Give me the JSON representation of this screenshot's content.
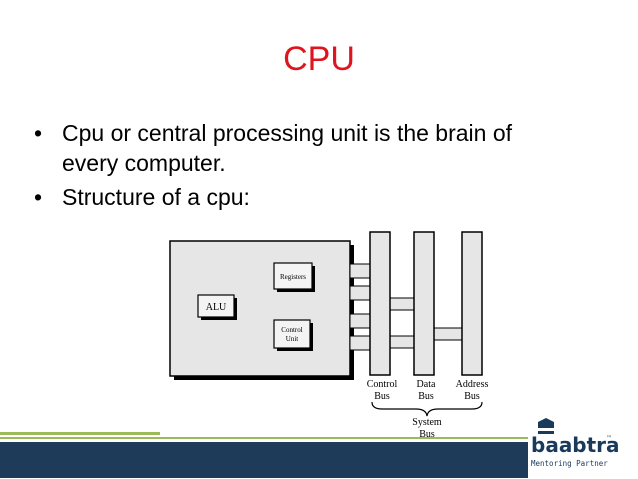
{
  "slide": {
    "title": "CPU",
    "bullets": [
      {
        "line1": "Cpu or central processing unit is the brain of",
        "line2": "every computer."
      },
      {
        "line1": "Structure of a cpu:",
        "line2": ""
      }
    ],
    "title_color": "#e0141e"
  },
  "diagram": {
    "alu": "ALU",
    "registers": "Registers",
    "control_unit_l1": "Control",
    "control_unit_l2": "Unit",
    "buses": [
      {
        "l1": "Control",
        "l2": "Bus"
      },
      {
        "l1": "Data",
        "l2": "Bus"
      },
      {
        "l1": "Address",
        "l2": "Bus"
      }
    ],
    "system_bus_l1": "System",
    "system_bus_l2": "Bus"
  },
  "logo": {
    "name": "baabtra",
    "tm": "™",
    "tagline": "Mentoring Partner",
    "color": "#1a3a5c"
  },
  "footer": {
    "green": "#9bbb59",
    "navy": "#1f3b5a"
  }
}
